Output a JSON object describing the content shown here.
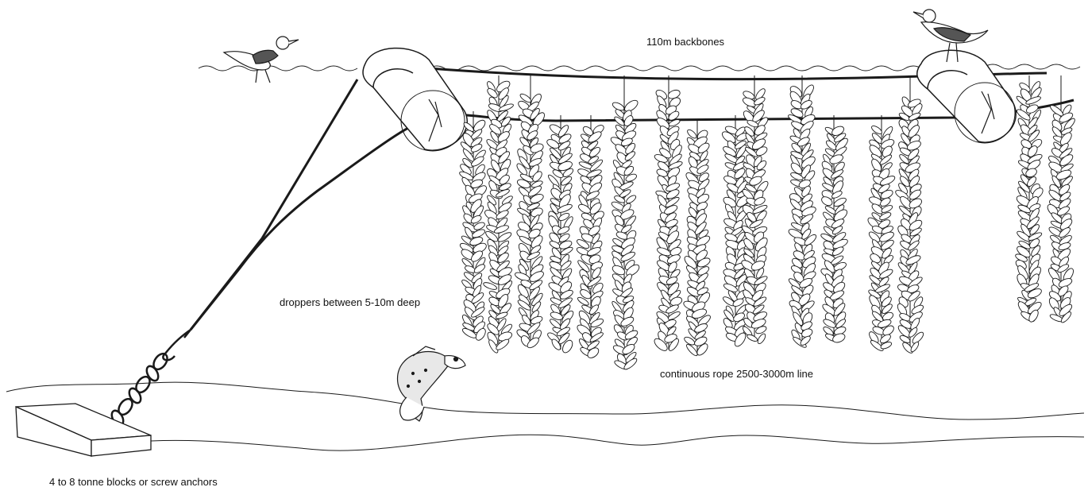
{
  "labels": {
    "backbones": "110m backbones",
    "droppers": "droppers between 5-10m deep",
    "continuous_rope": "continuous rope 2500-3000m line",
    "anchors": "4 to 8 tonne blocks or screw anchors"
  },
  "colors": {
    "ink": "#1a1a1a",
    "background": "#ffffff"
  }
}
